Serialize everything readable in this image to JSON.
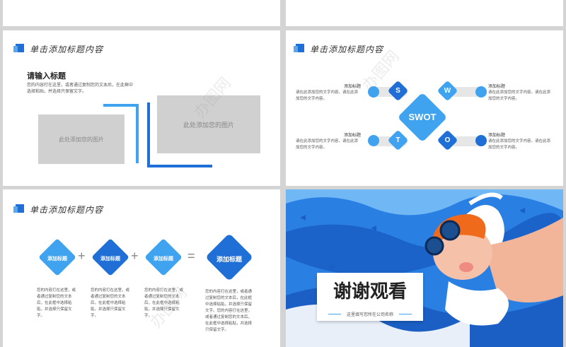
{
  "slide1": {
    "title": "单击添加标题内容",
    "heading": "请输入标题",
    "body": "您的内容打在这里，或者通过复制您的文本后，在此框中选择粘贴，并选择只保留文字。",
    "img_small": "此处添加您的图片",
    "img_large": "此处添加您的图片"
  },
  "slide2": {
    "title": "单击添加标题内容",
    "center": "SWOT",
    "letters": [
      "S",
      "W",
      "T",
      "O"
    ],
    "item_title": "添加标题",
    "left_desc": "请在此添加您的文字内容，请在此添加您的文字内容。",
    "right_desc": "请在此添加您的文字内容。请在此添加您的文字内容。"
  },
  "slide3": {
    "title": "单击添加标题内容",
    "boxes": [
      "添加标题",
      "添加标题",
      "添加标题",
      "添加标题"
    ],
    "ops": [
      "+",
      "+",
      "="
    ],
    "desc_short": "您的内容打在这里，或者通过复制您的文本后，在此框中选择粘贴，并选择只保留文字。",
    "desc_long": "您的内容打在这里，或者通过复制您的文本后，在此框中选择粘贴，并选择只保留文字。您的内容打在这里，或者通过复制您的文本后，在此框中选择粘贴，并选择只保留文字。"
  },
  "slide4": {
    "thanks": "谢谢观看",
    "company": "这里填写您所在公司名称"
  },
  "watermark": "办图网",
  "colors": {
    "blue": "#1f6fd6",
    "light_blue": "#3fa3f0",
    "grey": "#d0d0d0"
  }
}
